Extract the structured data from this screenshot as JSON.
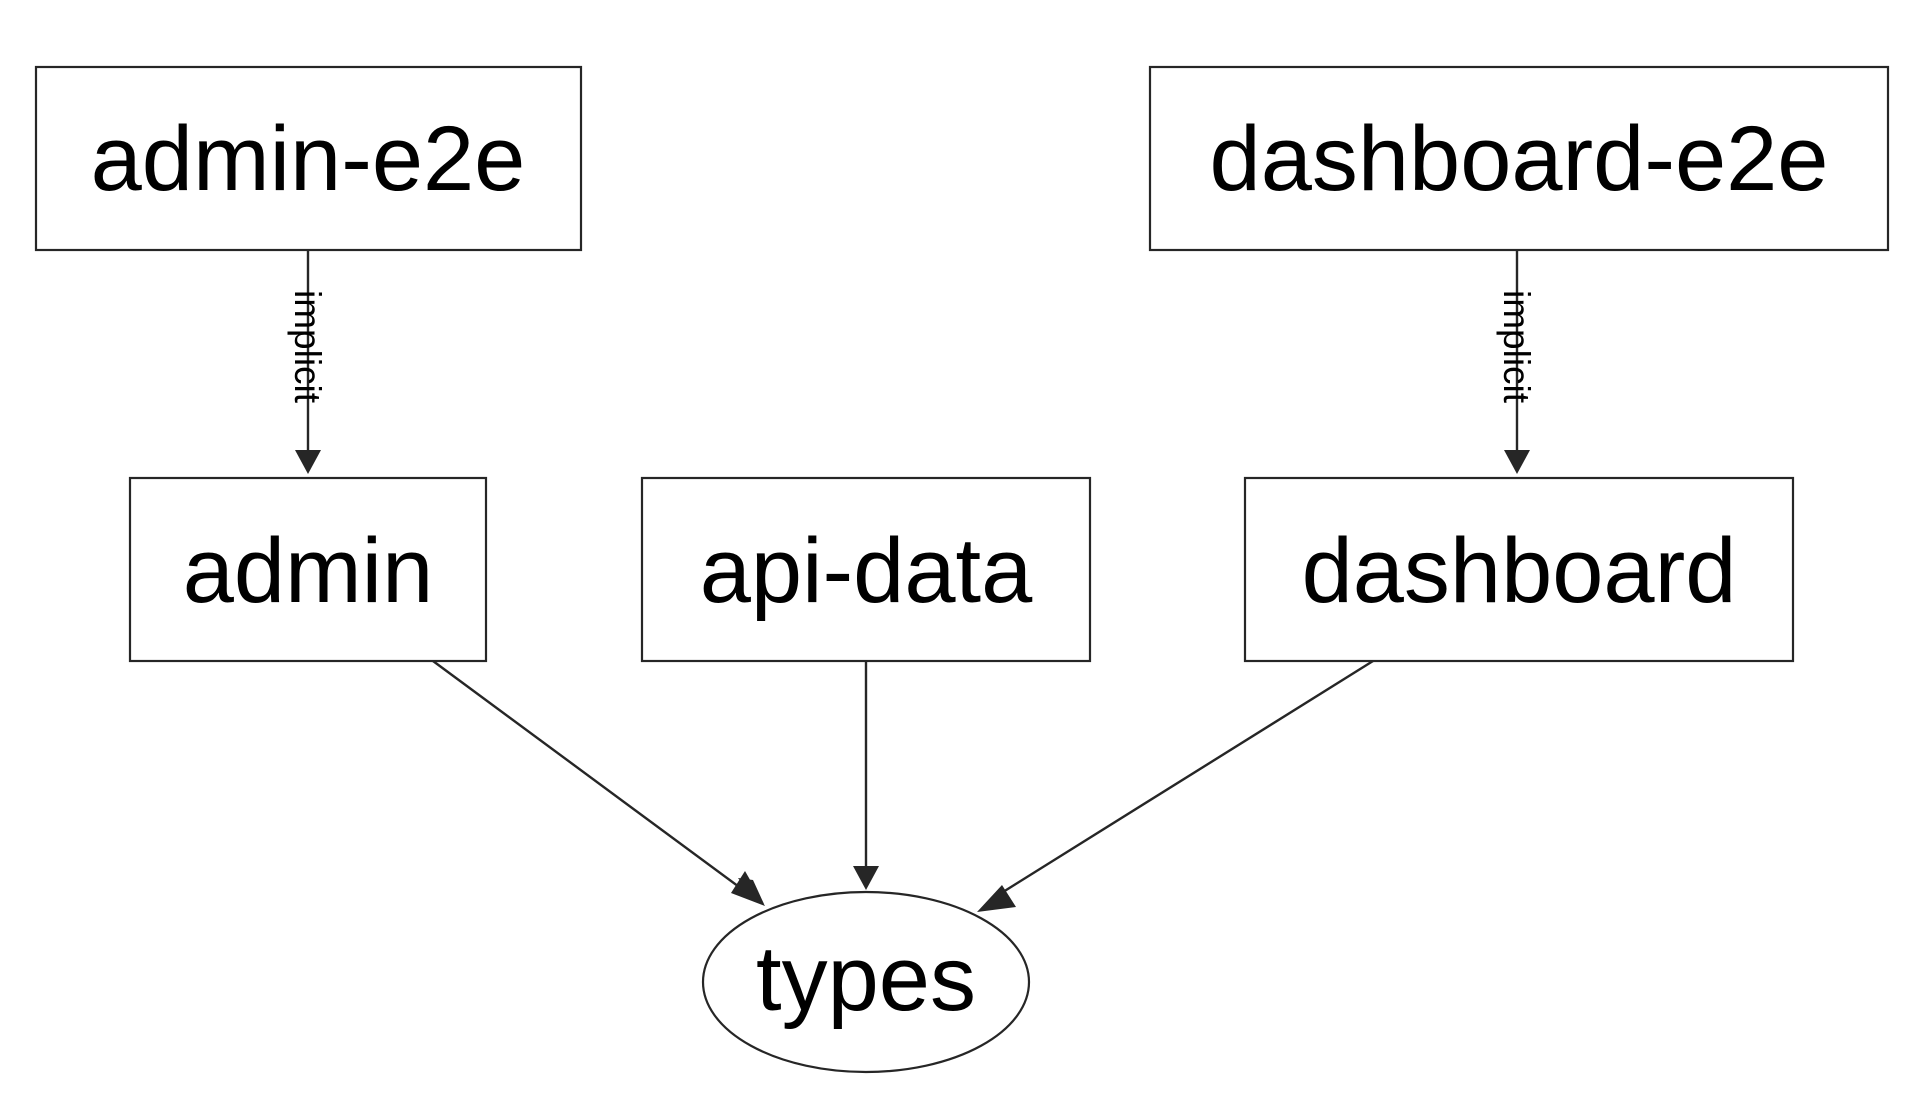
{
  "diagram": {
    "nodes": {
      "admin_e2e": "admin-e2e",
      "dashboard_e2e": "dashboard-e2e",
      "admin": "admin",
      "api_data": "api-data",
      "dashboard": "dashboard",
      "types": "types"
    },
    "edges": [
      {
        "from": "admin-e2e",
        "to": "admin",
        "label": "implicit"
      },
      {
        "from": "dashboard-e2e",
        "to": "dashboard",
        "label": "implicit"
      },
      {
        "from": "admin",
        "to": "types",
        "label": ""
      },
      {
        "from": "api-data",
        "to": "types",
        "label": ""
      },
      {
        "from": "dashboard",
        "to": "types",
        "label": ""
      }
    ],
    "edge_labels": {
      "admin_e2e_to_admin": "implicit",
      "dashboard_e2e_to_dashboard": "implicit"
    },
    "colors": {
      "stroke": "#262626",
      "text": "#000000",
      "background": "#ffffff"
    }
  }
}
